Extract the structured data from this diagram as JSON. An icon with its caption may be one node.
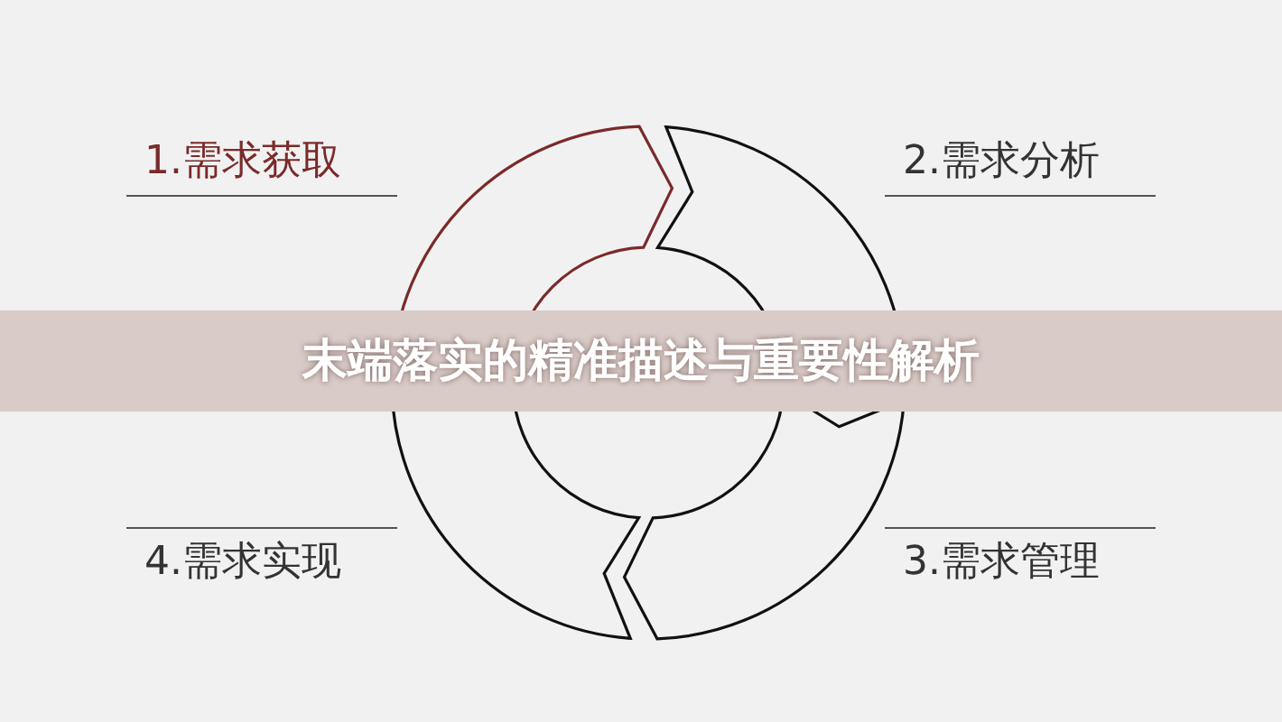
{
  "diagram": {
    "title": "末端落实的精准描述与重要性解析",
    "labels": [
      "1.需求获取",
      "2.需求分析",
      "4.需求实现",
      "3.需求管理"
    ]
  }
}
